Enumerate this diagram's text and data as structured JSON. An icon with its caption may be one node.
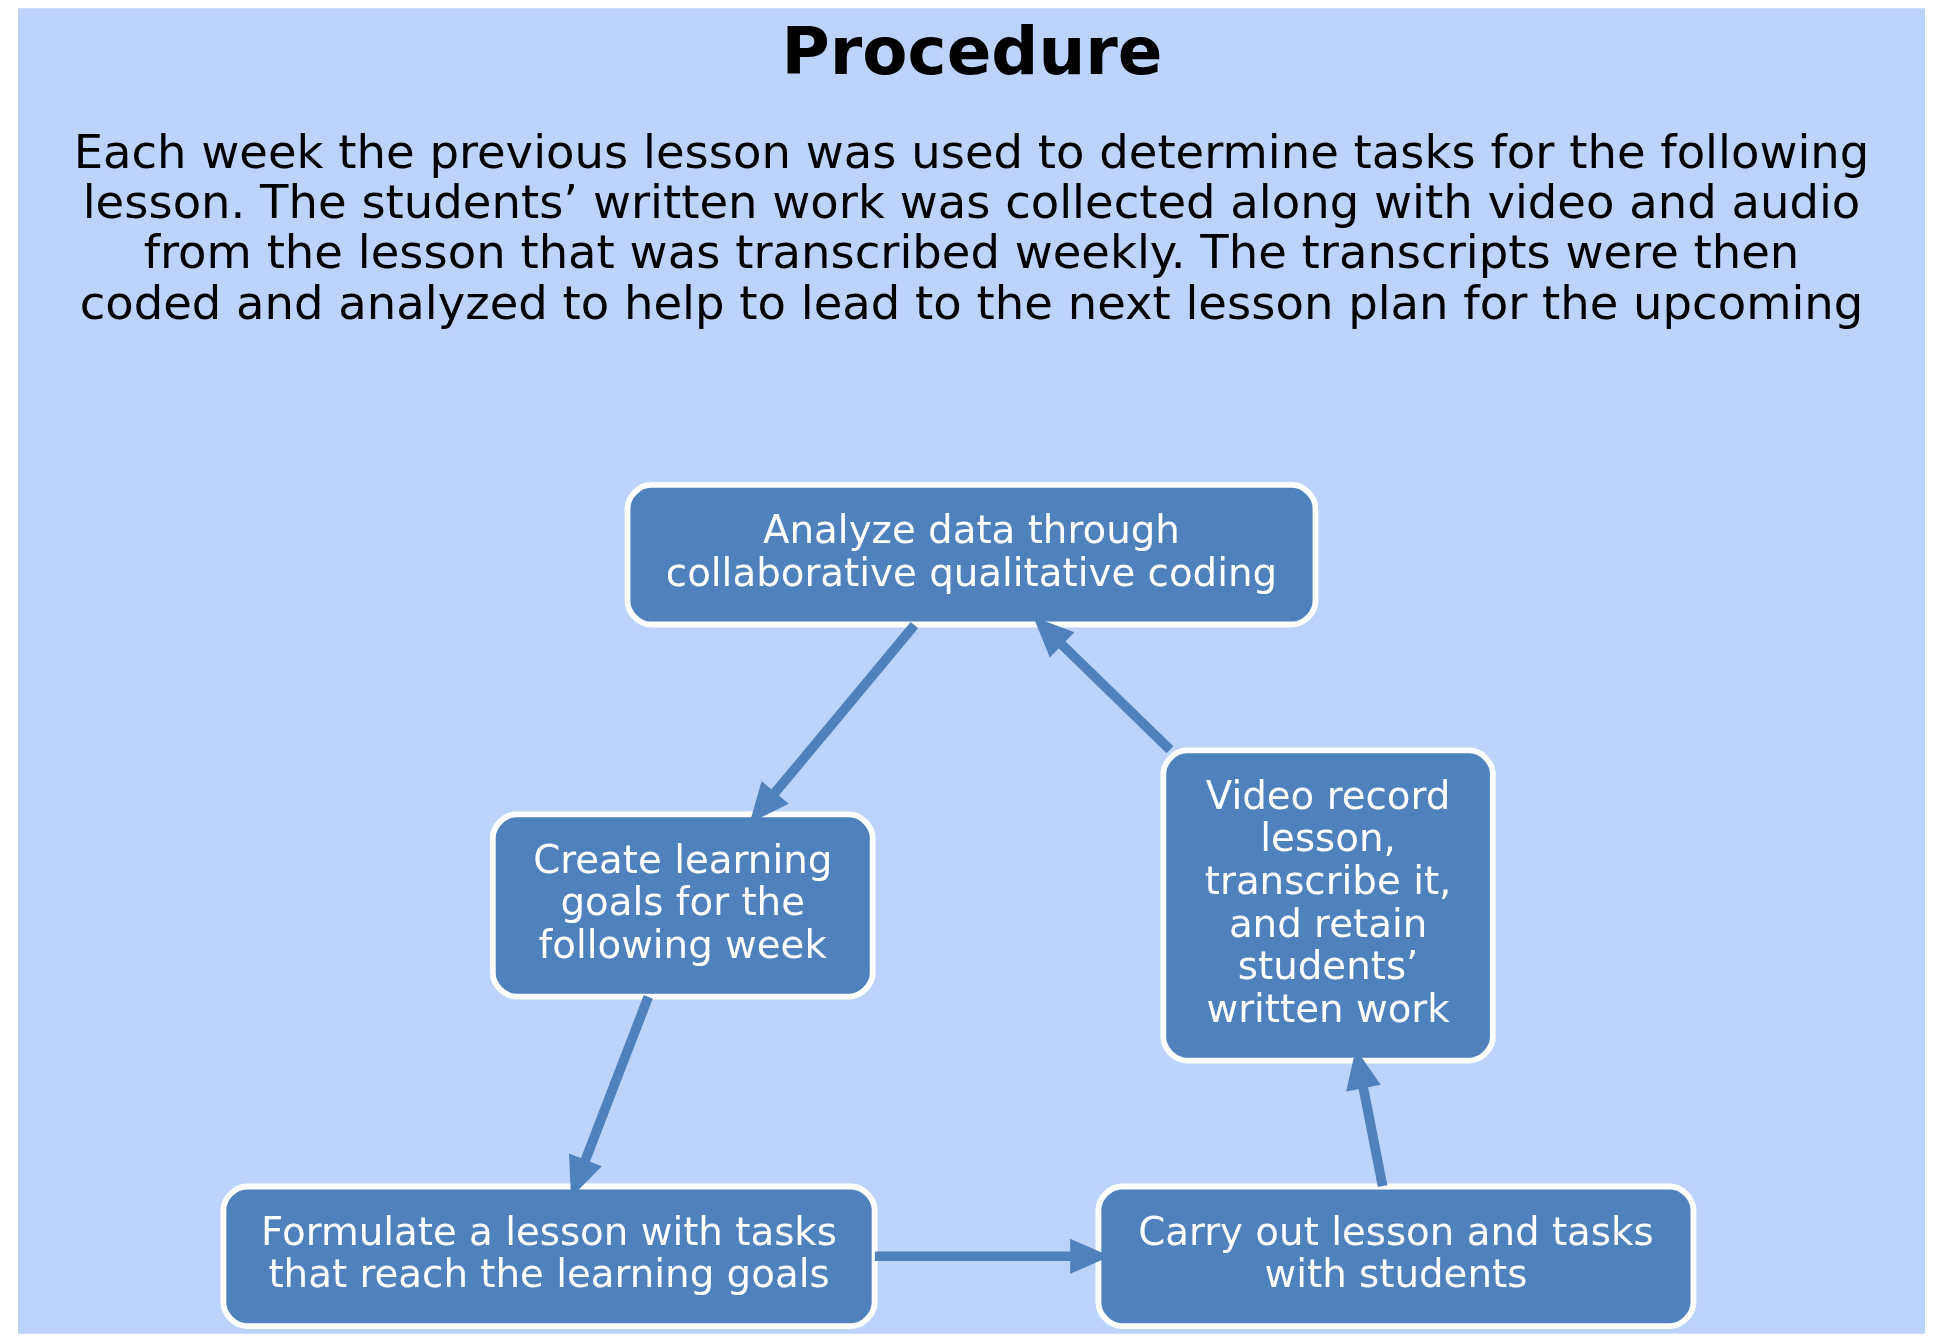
{
  "diagram": {
    "title": "Procedure",
    "nodes": [
      {
        "text": [
          "Analyze data through collaborative qualitative coding"
        ]
      },
      {
        "text": [
          "Create learning goals for the following week"
        ]
      },
      {
        "text": [
          "Formulate a lesson with tasks that reach the learning goals"
        ]
      },
      {
        "text": [
          "Carry out lesson and tasks with students"
        ]
      },
      {
        "text": [
          "Video record lesson, transcribe it, and retain students’ written work"
        ]
      }
    ],
    "edges": [
      {
        "from": 4,
        "to": 0,
        "arrow": "to"
      },
      {
        "from": 0,
        "to": 1,
        "arrow": "to"
      },
      {
        "from": 1,
        "to": 2,
        "arrow": "to"
      },
      {
        "from": 2,
        "to": 3,
        "arrow": "to"
      },
      {
        "from": 3,
        "to": 4,
        "arrow": "to"
      }
    ],
    "labels": [
      "Each week the previous lesson was used to determine tasks for the following lesson. The students’ written work was collected along with video and audio from the lesson that was transcribed weekly. The transcripts were then coded and analyzed to help to lead to the next lesson plan for the upcoming"
    ]
  }
}
